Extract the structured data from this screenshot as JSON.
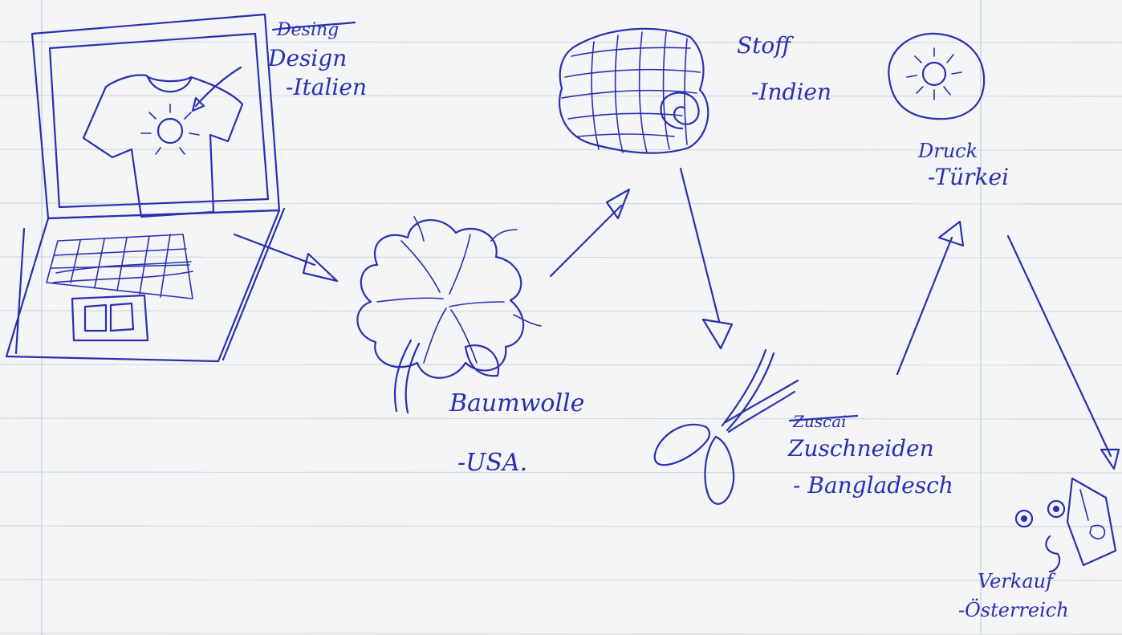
{
  "stages": [
    {
      "id": "design",
      "crossed_out": "Desing",
      "label": "Design",
      "country": "-Italien"
    },
    {
      "id": "cotton",
      "label": "Baumwolle",
      "country": "-USA."
    },
    {
      "id": "fabric",
      "label": "Stoff",
      "country": "-Indien"
    },
    {
      "id": "cutting",
      "crossed_out": "Zuscai",
      "label": "Zuschneiden",
      "country": "- Bangladesch"
    },
    {
      "id": "printing",
      "label": "Druck",
      "country": "-Türkei"
    },
    {
      "id": "sales",
      "label": "Verkauf",
      "country": "-Österreich"
    }
  ],
  "colors": {
    "ink": "#2a2fb0",
    "paper": "#f3f5f7",
    "rule_line": "#d3d9e0"
  },
  "icons": [
    "laptop-with-tshirt-icon",
    "cotton-plant-icon",
    "fabric-roll-icon",
    "scissors-icon",
    "sun-print-icon",
    "face-with-money-icon"
  ]
}
